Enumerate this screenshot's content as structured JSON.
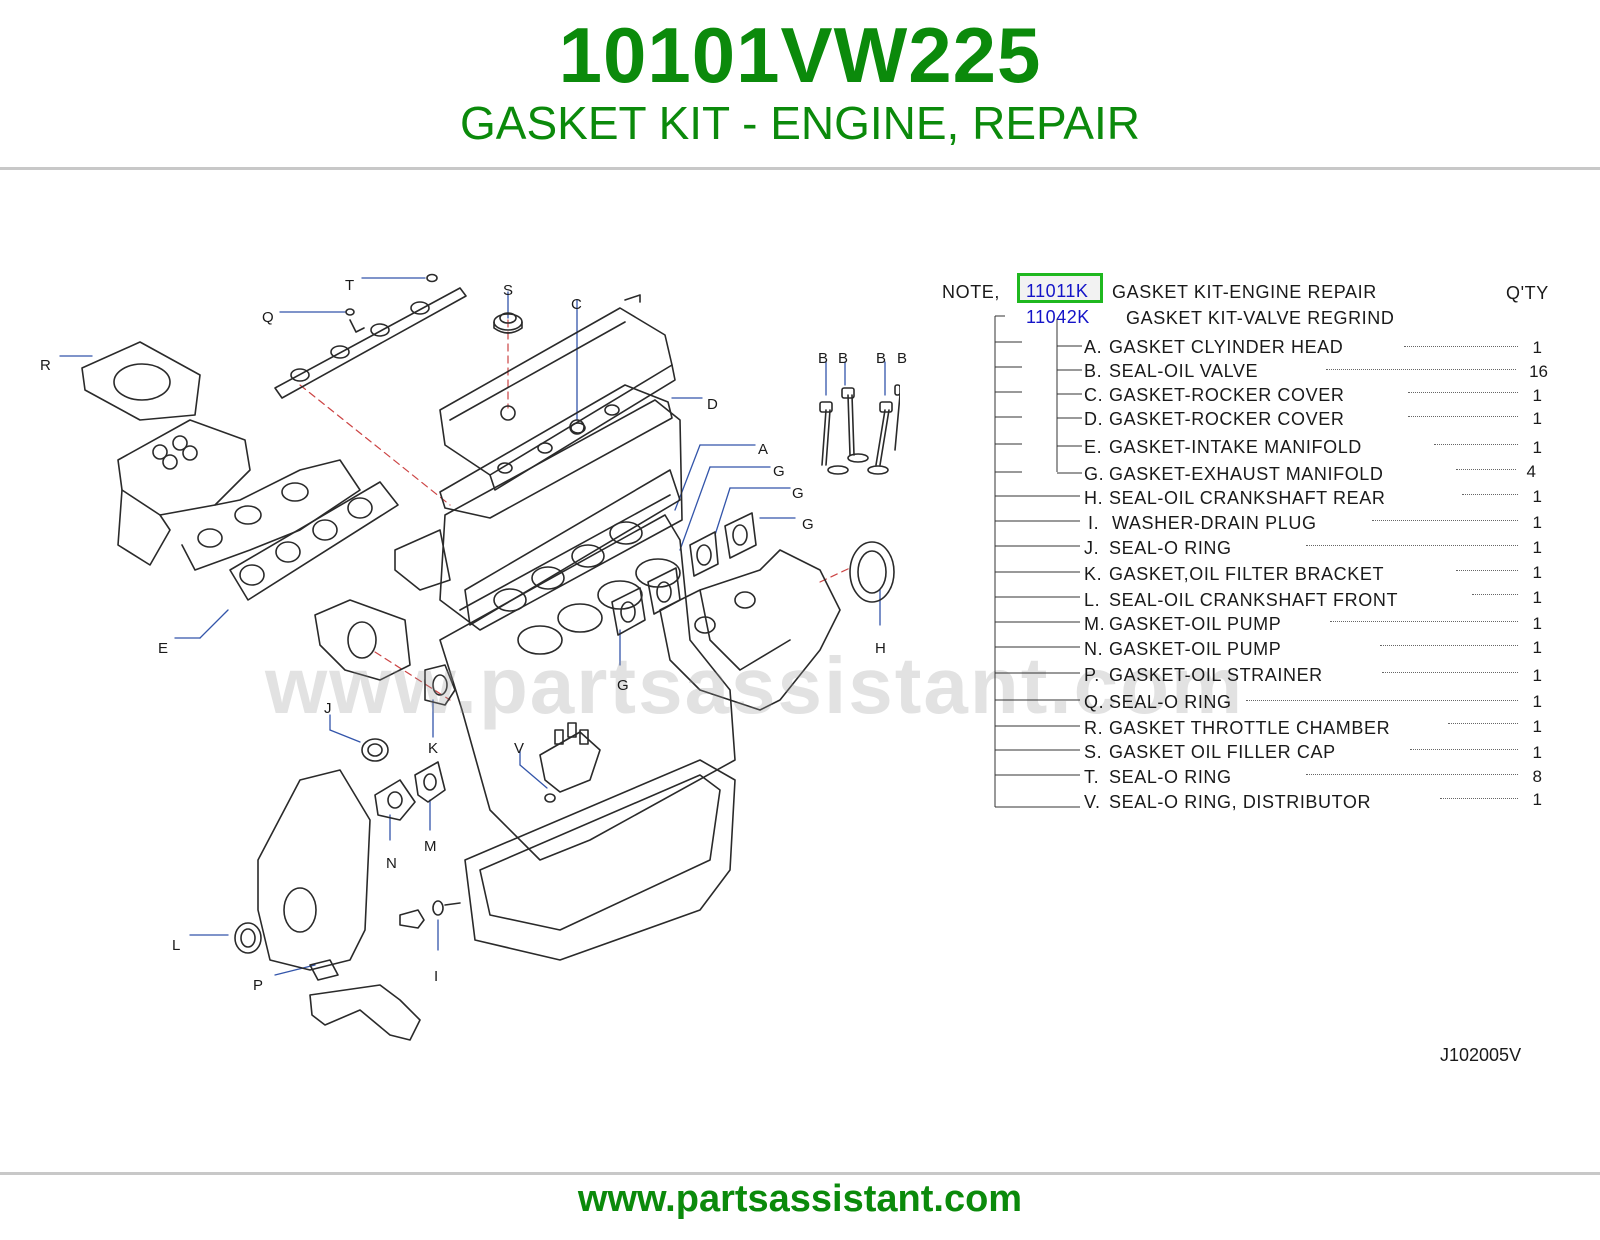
{
  "header": {
    "part_number": "10101VW225",
    "title": "GASKET KIT - ENGINE, REPAIR"
  },
  "footer": {
    "url": "www.partsassistant.com"
  },
  "watermark": "www.partsassistant.com",
  "diagram": {
    "id": "J102005V",
    "labels": [
      "T",
      "Q",
      "S",
      "C",
      "R",
      "B",
      "D",
      "A",
      "G",
      "E",
      "H",
      "J",
      "K",
      "V",
      "N",
      "M",
      "L",
      "P",
      "I"
    ]
  },
  "parts_list": {
    "note_label": "NOTE,",
    "qty_header": "Q'TY",
    "kit_main": {
      "code": "11011K",
      "name": "GASKET  KIT-ENGINE  REPAIR"
    },
    "kit_sub": {
      "code": "11042K",
      "name": "GASKET  KIT-VALVE  REGRIND"
    },
    "items": [
      {
        "letter": "A.",
        "name": "GASKET  CLYINDER  HEAD",
        "qty": "1"
      },
      {
        "letter": "B.",
        "name": "SEAL-OIL  VALVE",
        "qty": "16"
      },
      {
        "letter": "C.",
        "name": "GASKET-ROCKER  COVER",
        "qty": "1"
      },
      {
        "letter": "D.",
        "name": "GASKET-ROCKER  COVER",
        "qty": "1"
      },
      {
        "letter": "E.",
        "name": "GASKET-INTAKE  MANIFOLD",
        "qty": "1"
      },
      {
        "letter": "G.",
        "name": "GASKET-EXHAUST  MANIFOLD",
        "qty": "4"
      },
      {
        "letter": "H.",
        "name": "SEAL-OIL  CRANKSHAFT  REAR",
        "qty": "1"
      },
      {
        "letter": "I.",
        "name": "WASHER-DRAIN  PLUG",
        "qty": "1"
      },
      {
        "letter": "J.",
        "name": "SEAL-O  RING",
        "qty": "1"
      },
      {
        "letter": "K.",
        "name": "GASKET,OIL  FILTER  BRACKET",
        "qty": "1"
      },
      {
        "letter": "L.",
        "name": "SEAL-OIL  CRANKSHAFT  FRONT",
        "qty": "1"
      },
      {
        "letter": "M.",
        "name": "GASKET-OIL  PUMP",
        "qty": "1"
      },
      {
        "letter": "N.",
        "name": "GASKET-OIL  PUMP",
        "qty": "1"
      },
      {
        "letter": "P.",
        "name": "GASKET-OIL  STRAINER",
        "qty": "1"
      },
      {
        "letter": "Q.",
        "name": "SEAL-O  RING",
        "qty": "1"
      },
      {
        "letter": "R.",
        "name": "GASKET  THROTTLE  CHAMBER",
        "qty": "1"
      },
      {
        "letter": "S.",
        "name": "GASKET  OIL  FILLER  CAP",
        "qty": "1"
      },
      {
        "letter": "T.",
        "name": "SEAL-O  RING",
        "qty": "8"
      },
      {
        "letter": "V.",
        "name": "SEAL-O  RING,  DISTRIBUTOR",
        "qty": "1"
      }
    ]
  }
}
